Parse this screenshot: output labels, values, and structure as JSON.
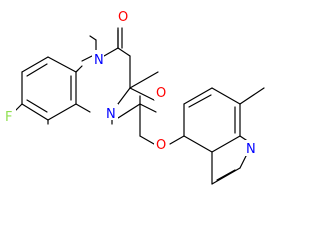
{
  "molecule": {
    "atoms": {
      "o_carbonyl_top": {
        "symbol": "O",
        "color": "#ff0000"
      },
      "n_methyl": {
        "symbol": "N",
        "color": "#0000ff"
      },
      "n_acyl": {
        "symbol": "N",
        "color": "#0000ff"
      },
      "o_carbonyl_amide": {
        "symbol": "O",
        "color": "#ff0000"
      },
      "f_fluoro": {
        "symbol": "F",
        "color": "#90e050"
      },
      "o_ether": {
        "symbol": "O",
        "color": "#ff0000"
      },
      "n_isoquinoline": {
        "symbol": "N",
        "color": "#0000ff"
      }
    },
    "bond_color": "#000000"
  }
}
